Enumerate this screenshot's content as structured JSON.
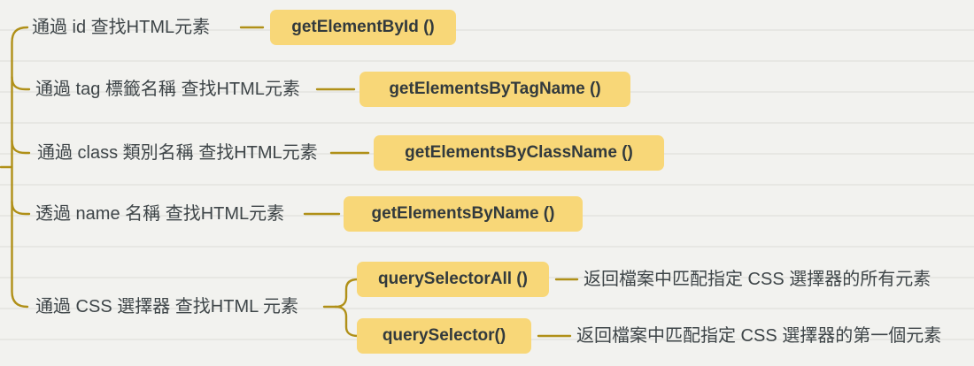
{
  "theme": {
    "background": "#f2f2ef",
    "ruled_line": "#e7e7e3",
    "branch_line": "#b09018",
    "highlight": "#f8d778",
    "label_text": "#3e4548",
    "method_text": "#323a3d"
  },
  "mindmap": {
    "branches": [
      {
        "label": "通過 id 查找HTML元素",
        "method": "getElementById ()"
      },
      {
        "label": "通過 tag 標籤名稱 查找HTML元素",
        "method": "getElementsByTagName ()"
      },
      {
        "label": "通過 class 類別名稱 查找HTML元素",
        "method": "getElementsByClassName ()"
      },
      {
        "label": "透過 name 名稱 查找HTML元素",
        "method": "getElementsByName ()"
      },
      {
        "label": "通過 CSS 選擇器 查找HTML 元素",
        "children": [
          {
            "method": "querySelectorAll ()",
            "description": "返回檔案中匹配指定 CSS 選擇器的所有元素"
          },
          {
            "method": "querySelector()",
            "description": "返回檔案中匹配指定 CSS 選擇器的第一個元素"
          }
        ]
      }
    ]
  }
}
